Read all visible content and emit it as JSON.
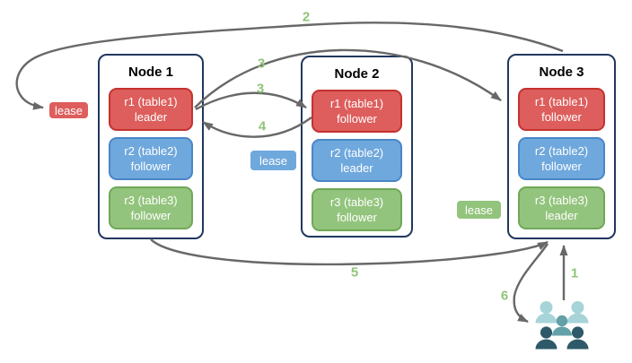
{
  "diagram": {
    "nodes": [
      {
        "title": "Node 1",
        "replicas": [
          {
            "name": "r1 (table1)",
            "role": "leader",
            "color": "red"
          },
          {
            "name": "r2 (table2)",
            "role": "follower",
            "color": "blue"
          },
          {
            "name": "r3 (table3)",
            "role": "follower",
            "color": "green"
          }
        ]
      },
      {
        "title": "Node 2",
        "replicas": [
          {
            "name": "r1 (table1)",
            "role": "follower",
            "color": "red"
          },
          {
            "name": "r2 (table2)",
            "role": "leader",
            "color": "blue"
          },
          {
            "name": "r3 (table3)",
            "role": "follower",
            "color": "green"
          }
        ]
      },
      {
        "title": "Node 3",
        "replicas": [
          {
            "name": "r1 (table1)",
            "role": "follower",
            "color": "red"
          },
          {
            "name": "r2 (table2)",
            "role": "follower",
            "color": "blue"
          },
          {
            "name": "r3 (table3)",
            "role": "leader",
            "color": "green"
          }
        ]
      }
    ],
    "leases": [
      {
        "label": "lease",
        "color": "red"
      },
      {
        "label": "lease",
        "color": "blue"
      },
      {
        "label": "lease",
        "color": "green"
      }
    ],
    "step_labels": {
      "s1": "1",
      "s2": "2",
      "s3a": "3",
      "s3b": "3",
      "s4": "4",
      "s5": "5",
      "s6": "6"
    },
    "colors": {
      "background": "#ffffff",
      "node_border": "#21375f",
      "node_title": "#000000",
      "text_on_color": "#ffffff",
      "red_fill": "#dd5e5c",
      "red_border": "#c43230",
      "blue_fill": "#6fa8dc",
      "blue_border": "#4a86c8",
      "green_fill": "#93c47d",
      "green_border": "#6fa857",
      "arrow": "#686868",
      "step_number": "#8fc578",
      "users_light": "#a6d4d8",
      "users_medium": "#63a0a8",
      "users_dark": "#2d5968"
    }
  }
}
